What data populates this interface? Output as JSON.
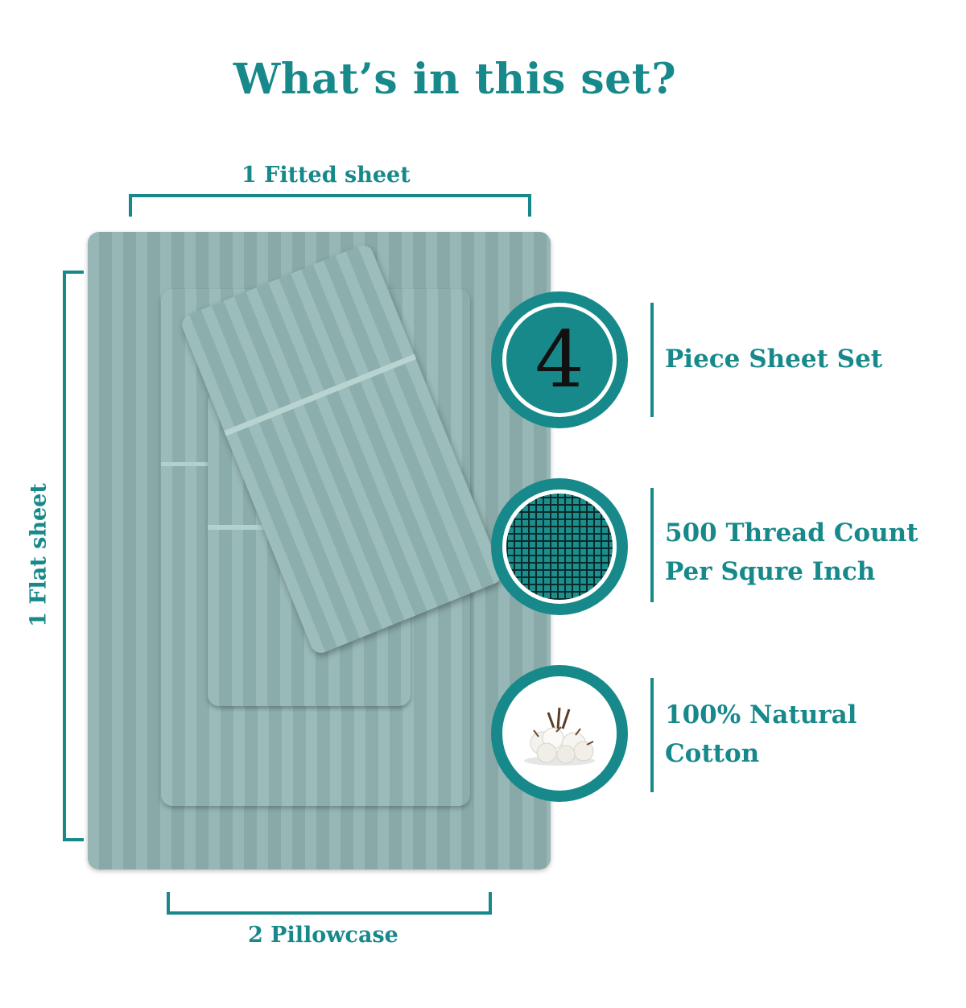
{
  "title": "What’s in this set?",
  "dimensions": {
    "top": "1 Fitted sheet",
    "left": "1 Flat sheet",
    "bottom": "2 Pillowcase"
  },
  "features": [
    {
      "icon": "number-4-icon",
      "badge": "4",
      "lines": [
        "Piece Sheet Set"
      ]
    },
    {
      "icon": "thread-grid-icon",
      "lines": [
        "500 Thread Count",
        "Per Squre Inch"
      ]
    },
    {
      "icon": "cotton-boll-icon",
      "lines": [
        "100% Natural",
        "Cotton"
      ]
    }
  ],
  "colors": {
    "accent": "#17898b",
    "sheet": "#8fb2b0"
  }
}
